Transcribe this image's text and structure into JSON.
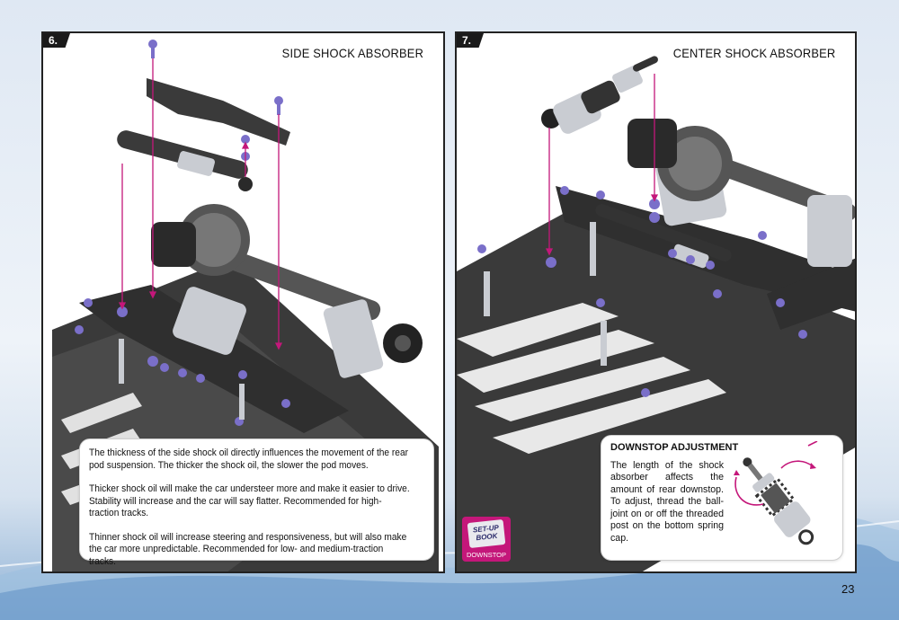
{
  "page_number": "23",
  "steps": [
    {
      "number": "6.",
      "title": "SIDE SHOCK ABSORBER",
      "notes": [
        "The thickness of the side shock oil directly influences the movement of the rear pod suspension. The thicker the shock oil, the slower the pod moves.",
        "Thicker shock oil will make the car understeer more and make it easier to drive. Stability will increase and the car will say flatter. Recommended for high-traction tracks.",
        "Thinner shock oil will increase steering and responsiveness, but will also make the car more unpredictable. Recommended for low- and medium-traction tracks."
      ]
    },
    {
      "number": "7.",
      "title": "CENTER SHOCK ABSORBER",
      "adjustment": {
        "heading": "DOWNSTOP ADJUSTMENT",
        "text": "The length of the shock absorber affects the amount of rear downstop. To adjust, thread the ball-joint on or off the threaded post on the bottom spring cap."
      },
      "badge": {
        "book_text": "SET-UP BOOK",
        "label": "DOWNSTOP"
      }
    }
  ],
  "colors": {
    "carbon": "#3a3a3a",
    "hardware": "#7a6fc9",
    "aluminum": "#c9ccd2",
    "guide_line": "#c4177a",
    "badge": "#c4177a"
  }
}
